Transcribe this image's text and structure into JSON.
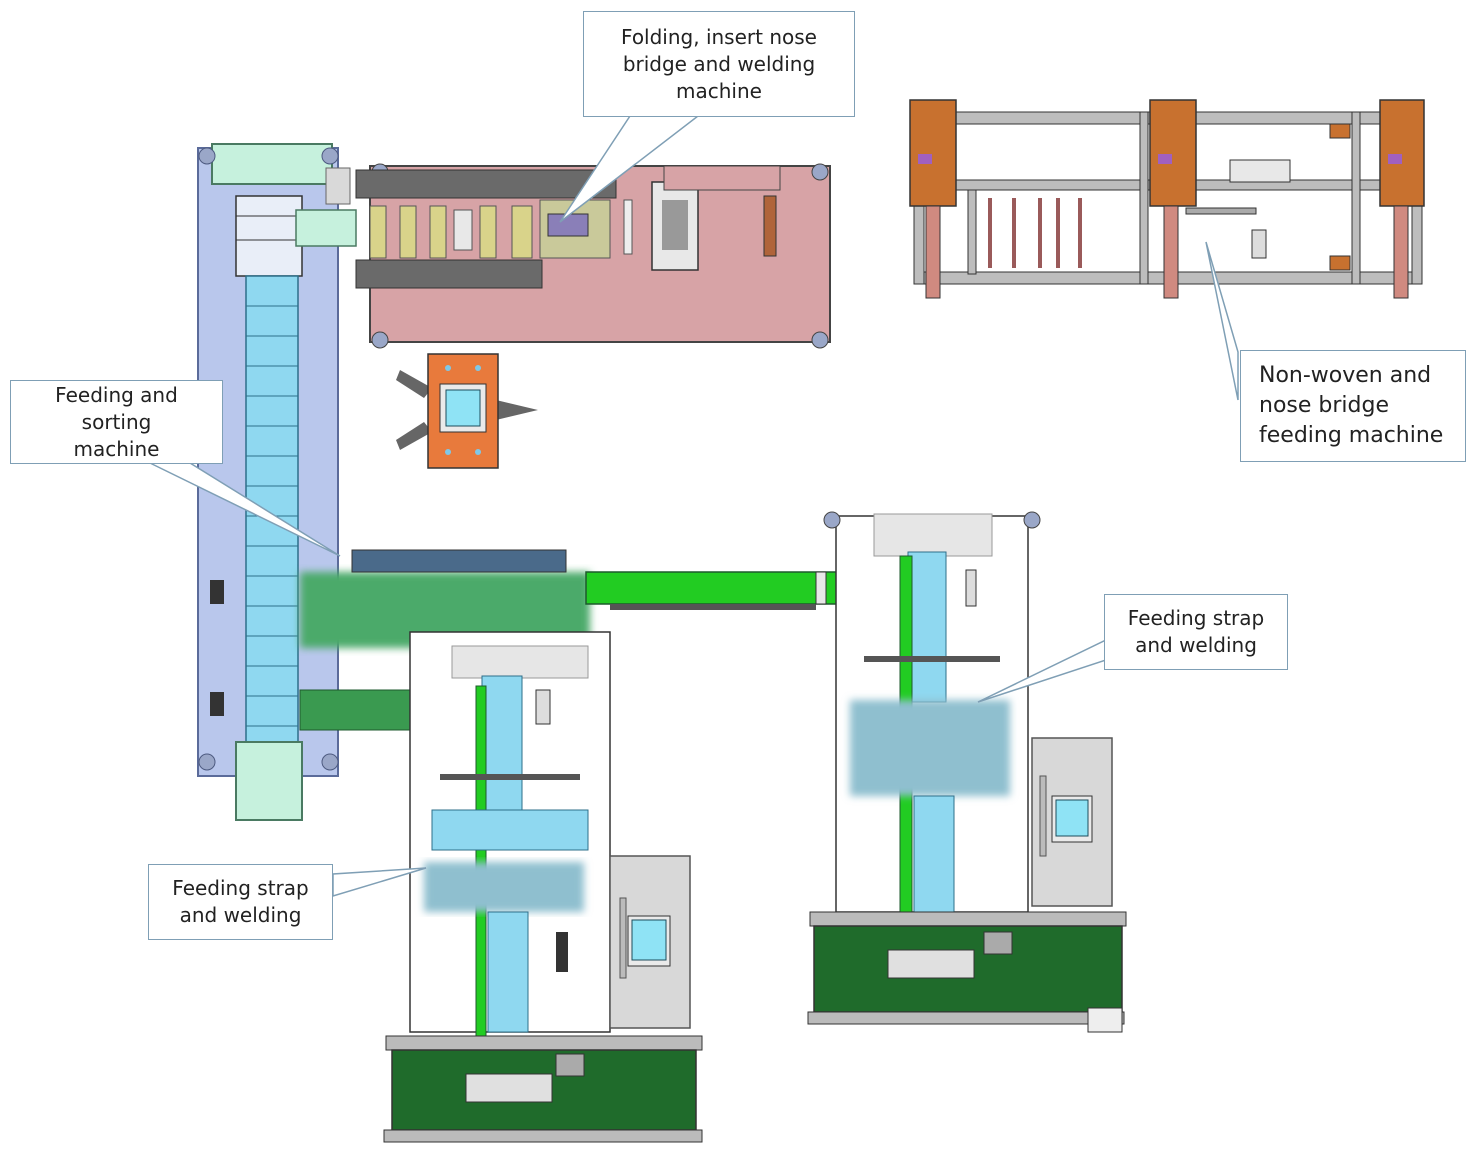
{
  "callouts": {
    "folding": {
      "line1": "Folding, insert nose",
      "line2": "bridge and welding",
      "line3": "machine"
    },
    "feeding_sorting": {
      "line1": "Feeding and sorting",
      "line2": "machine"
    },
    "nonwoven": {
      "line1": "Non-woven and",
      "line2": "nose bridge",
      "line3": "feeding machine"
    },
    "strap_right": {
      "line1": "Feeding strap",
      "line2": "and welding"
    },
    "strap_left": {
      "line1": "Feeding strap",
      "line2": "and welding"
    }
  },
  "colors": {
    "frame_blue": "#b9c7ec",
    "table_pink": "#d7a3a6",
    "frame_orange": "#c8712f",
    "conveyor_green": "#22cc22",
    "base_green": "#1f6b2b",
    "cyan_part": "#8fe3f5",
    "panel_grey": "#d8d8d8",
    "callout_border": "#7f9fb5"
  }
}
